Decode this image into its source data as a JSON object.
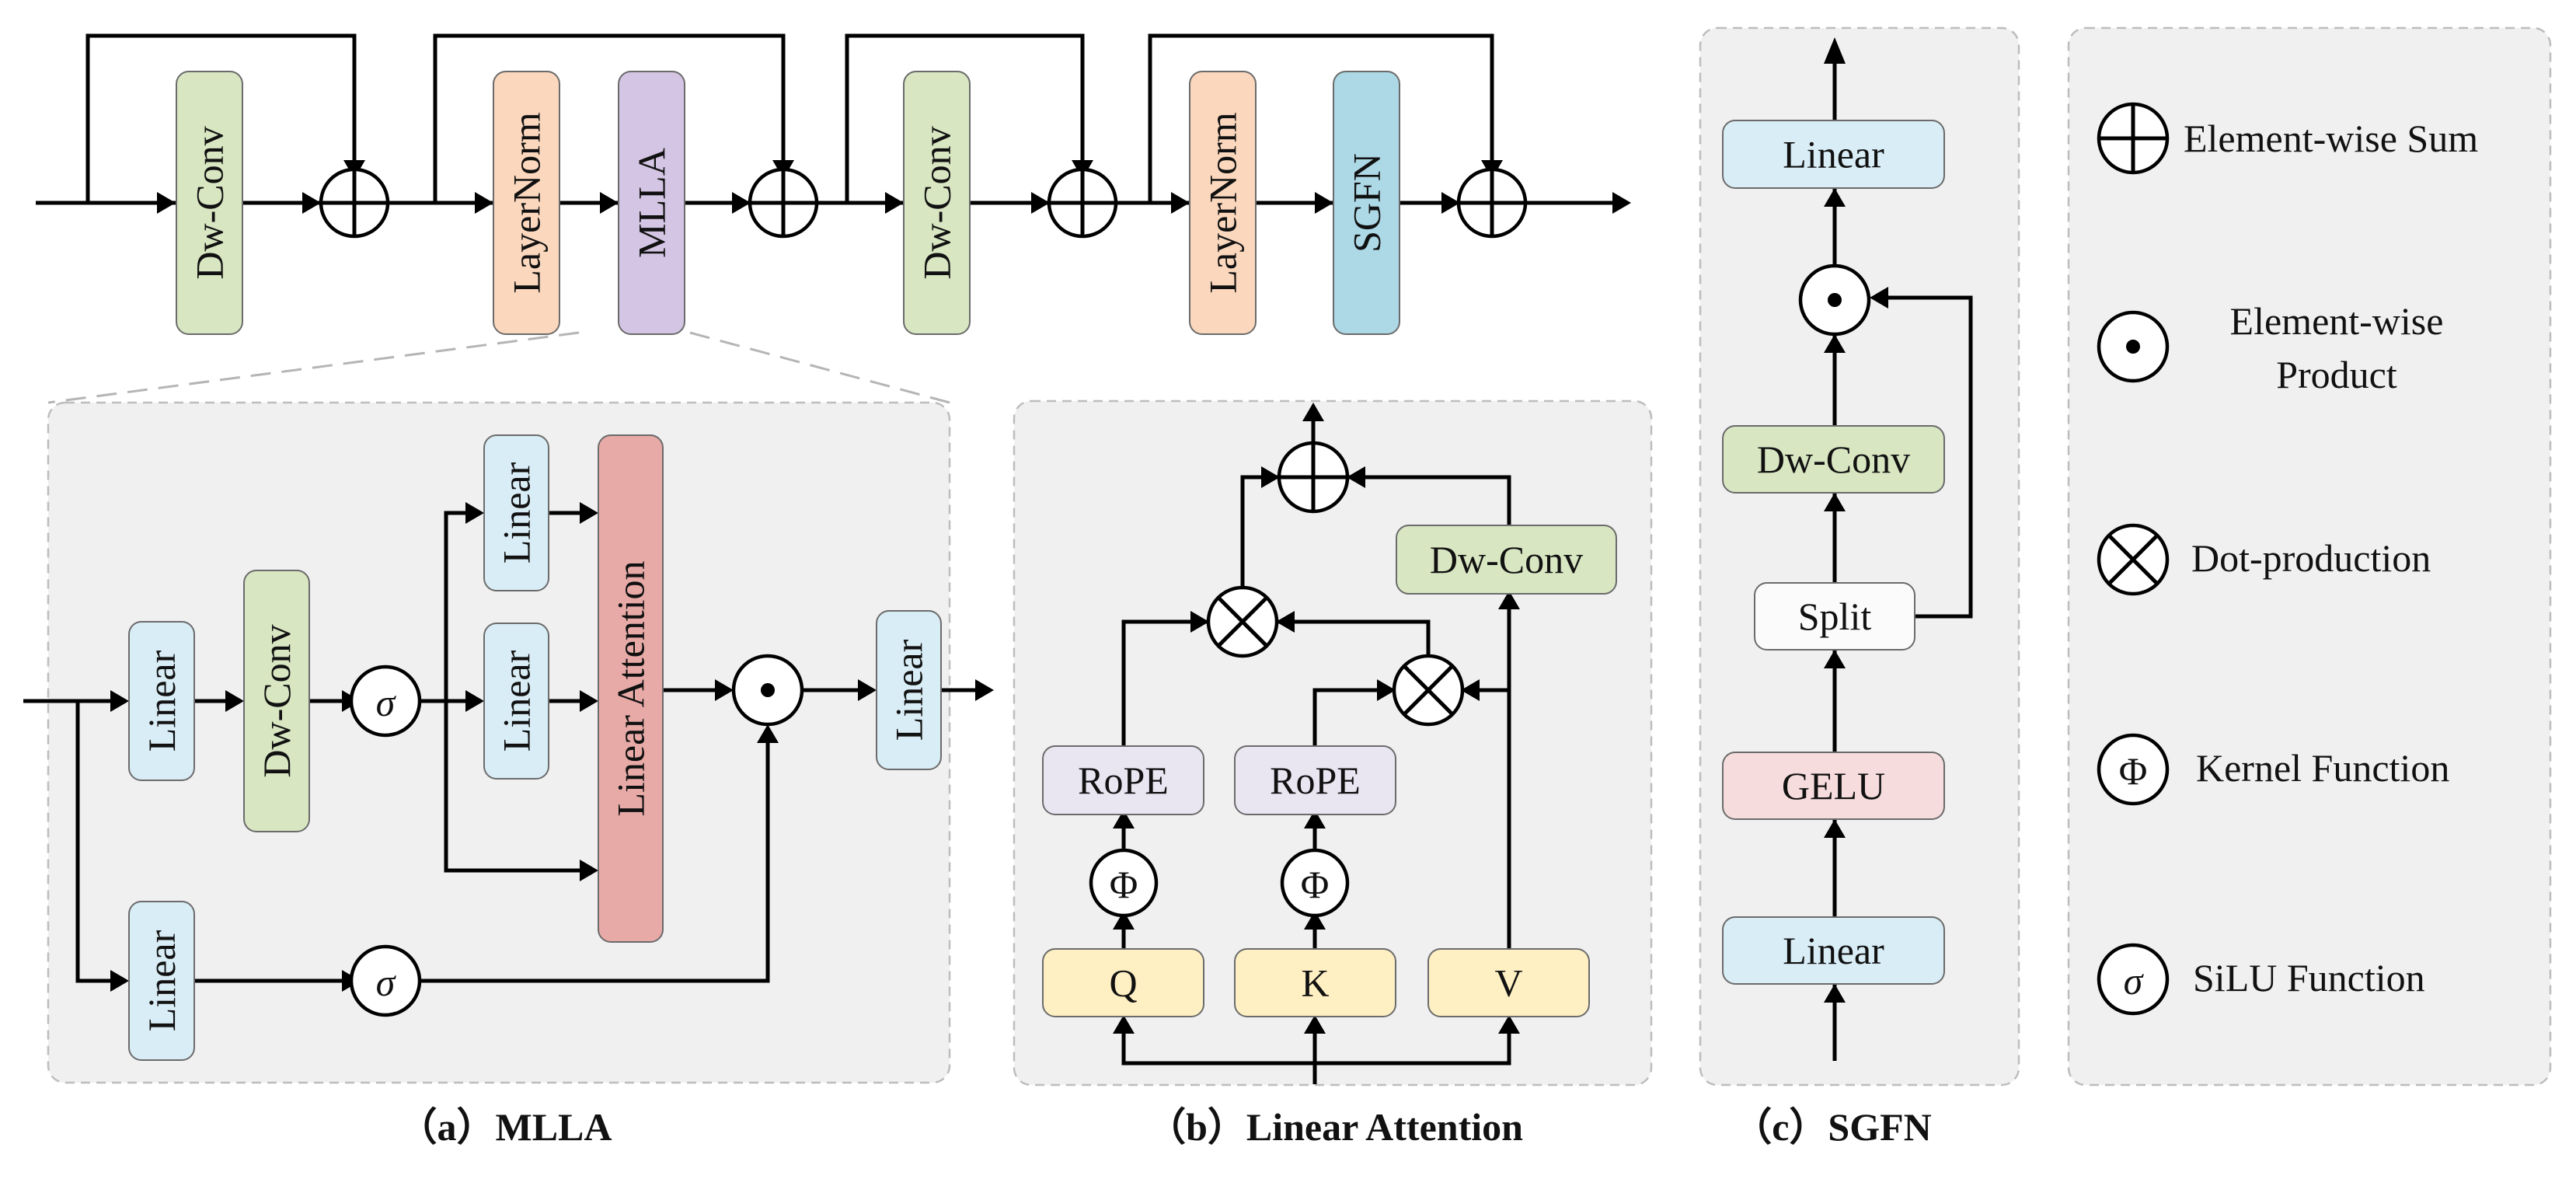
{
  "colors": {
    "dwconv": "#d8e6c2",
    "layernorm": "#fbd7bd",
    "mlla": "#d3c5e3",
    "sgfn": "#add8e6",
    "linear": "#d9edf6",
    "linear_attention": "#e7aaa7",
    "rope": "#e9e6f2",
    "qkv": "#fff0c4",
    "gelu": "#f6dcdc",
    "split": "#fbfbfb",
    "panel": "#f0f0f0"
  },
  "top": {
    "dwconv1": "Dw-Conv",
    "layernorm1": "LayerNorm",
    "mlla": "MLLA",
    "dwconv2": "Dw-Conv",
    "layernorm2": "LayerNorm",
    "sgfn": "SGFN"
  },
  "mlla": {
    "linear_in_top": "Linear",
    "dwconv": "Dw-Conv",
    "silu_top": "σ",
    "linear_q": "Linear",
    "linear_k": "Linear",
    "linear_attention": "Linear Attention",
    "product": "⊙",
    "linear_out": "Linear",
    "linear_in_bottom": "Linear",
    "silu_bottom": "σ",
    "caption": "（a）MLLA"
  },
  "linear_attention": {
    "q": "Q",
    "k": "K",
    "v": "V",
    "phi_q": "Φ",
    "phi_k": "Φ",
    "rope_q": "RoPE",
    "rope_k": "RoPE",
    "dwconv": "Dw-Conv",
    "caption": "（b）Linear Attention"
  },
  "sgfn": {
    "linear_bottom": "Linear",
    "gelu": "GELU",
    "split": "Split",
    "dwconv": "Dw-Conv",
    "linear_top": "Linear",
    "caption": "（c）SGFN"
  },
  "legend": {
    "sum": "Element-wise Sum",
    "product_line1": "Element-wise",
    "product_line2": "Product",
    "dot": "Dot-production",
    "kernel_symbol": "Φ",
    "kernel": "Kernel Function",
    "silu_symbol": "σ",
    "silu": "SiLU Function"
  }
}
